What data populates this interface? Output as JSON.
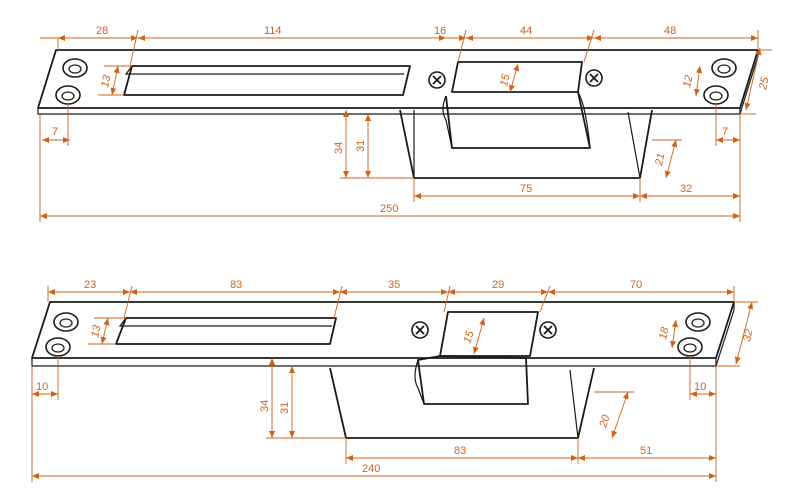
{
  "diagrams": [
    {
      "labels": {
        "d28": "28",
        "d114": "114",
        "d16": "16",
        "d44": "44",
        "d48": "48",
        "d13": "13",
        "d15": "15",
        "d12": "12",
        "d25": "25",
        "d7a": "7",
        "d7b": "7",
        "d34": "34",
        "d31": "31",
        "d21": "21",
        "d75": "75",
        "d32": "32",
        "d250": "250"
      }
    },
    {
      "labels": {
        "d23": "23",
        "d83a": "83",
        "d35": "35",
        "d29": "29",
        "d70": "70",
        "d13": "13",
        "d15": "15",
        "d18": "18",
        "d32a": "32",
        "d10a": "10",
        "d10b": "10",
        "d34": "34",
        "d31": "31",
        "d20": "20",
        "d83b": "83",
        "d51": "51",
        "d240": "240"
      }
    }
  ],
  "colors": {
    "dimension": "#d0631c",
    "outline": "#1a1a1a"
  },
  "icons": [
    "screw-cross-icon",
    "mounting-hole-icon"
  ]
}
